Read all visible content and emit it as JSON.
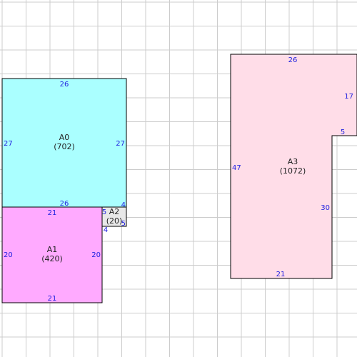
{
  "colors": {
    "grid": "#cccccc",
    "outline": "#000000",
    "dimension_text": "#1f1fe0"
  },
  "shapes": [
    {
      "id": "A0",
      "name": "A0",
      "area": "(702)",
      "fill": "#aaffff",
      "dims": [
        "26",
        "27",
        "27",
        "26",
        "4"
      ]
    },
    {
      "id": "A1",
      "name": "A1",
      "area": "(420)",
      "fill": "#ffaaff",
      "dims": [
        "21",
        "20",
        "20",
        "21"
      ]
    },
    {
      "id": "A2",
      "name": "A2",
      "area": "(20)",
      "fill": "#e8e8e8",
      "dims": [
        "5",
        "4",
        "5"
      ]
    },
    {
      "id": "A3",
      "name": "A3",
      "area": "(1072)",
      "fill": "#ffdde8",
      "dims": [
        "26",
        "17",
        "5",
        "47",
        "30",
        "21"
      ]
    }
  ]
}
